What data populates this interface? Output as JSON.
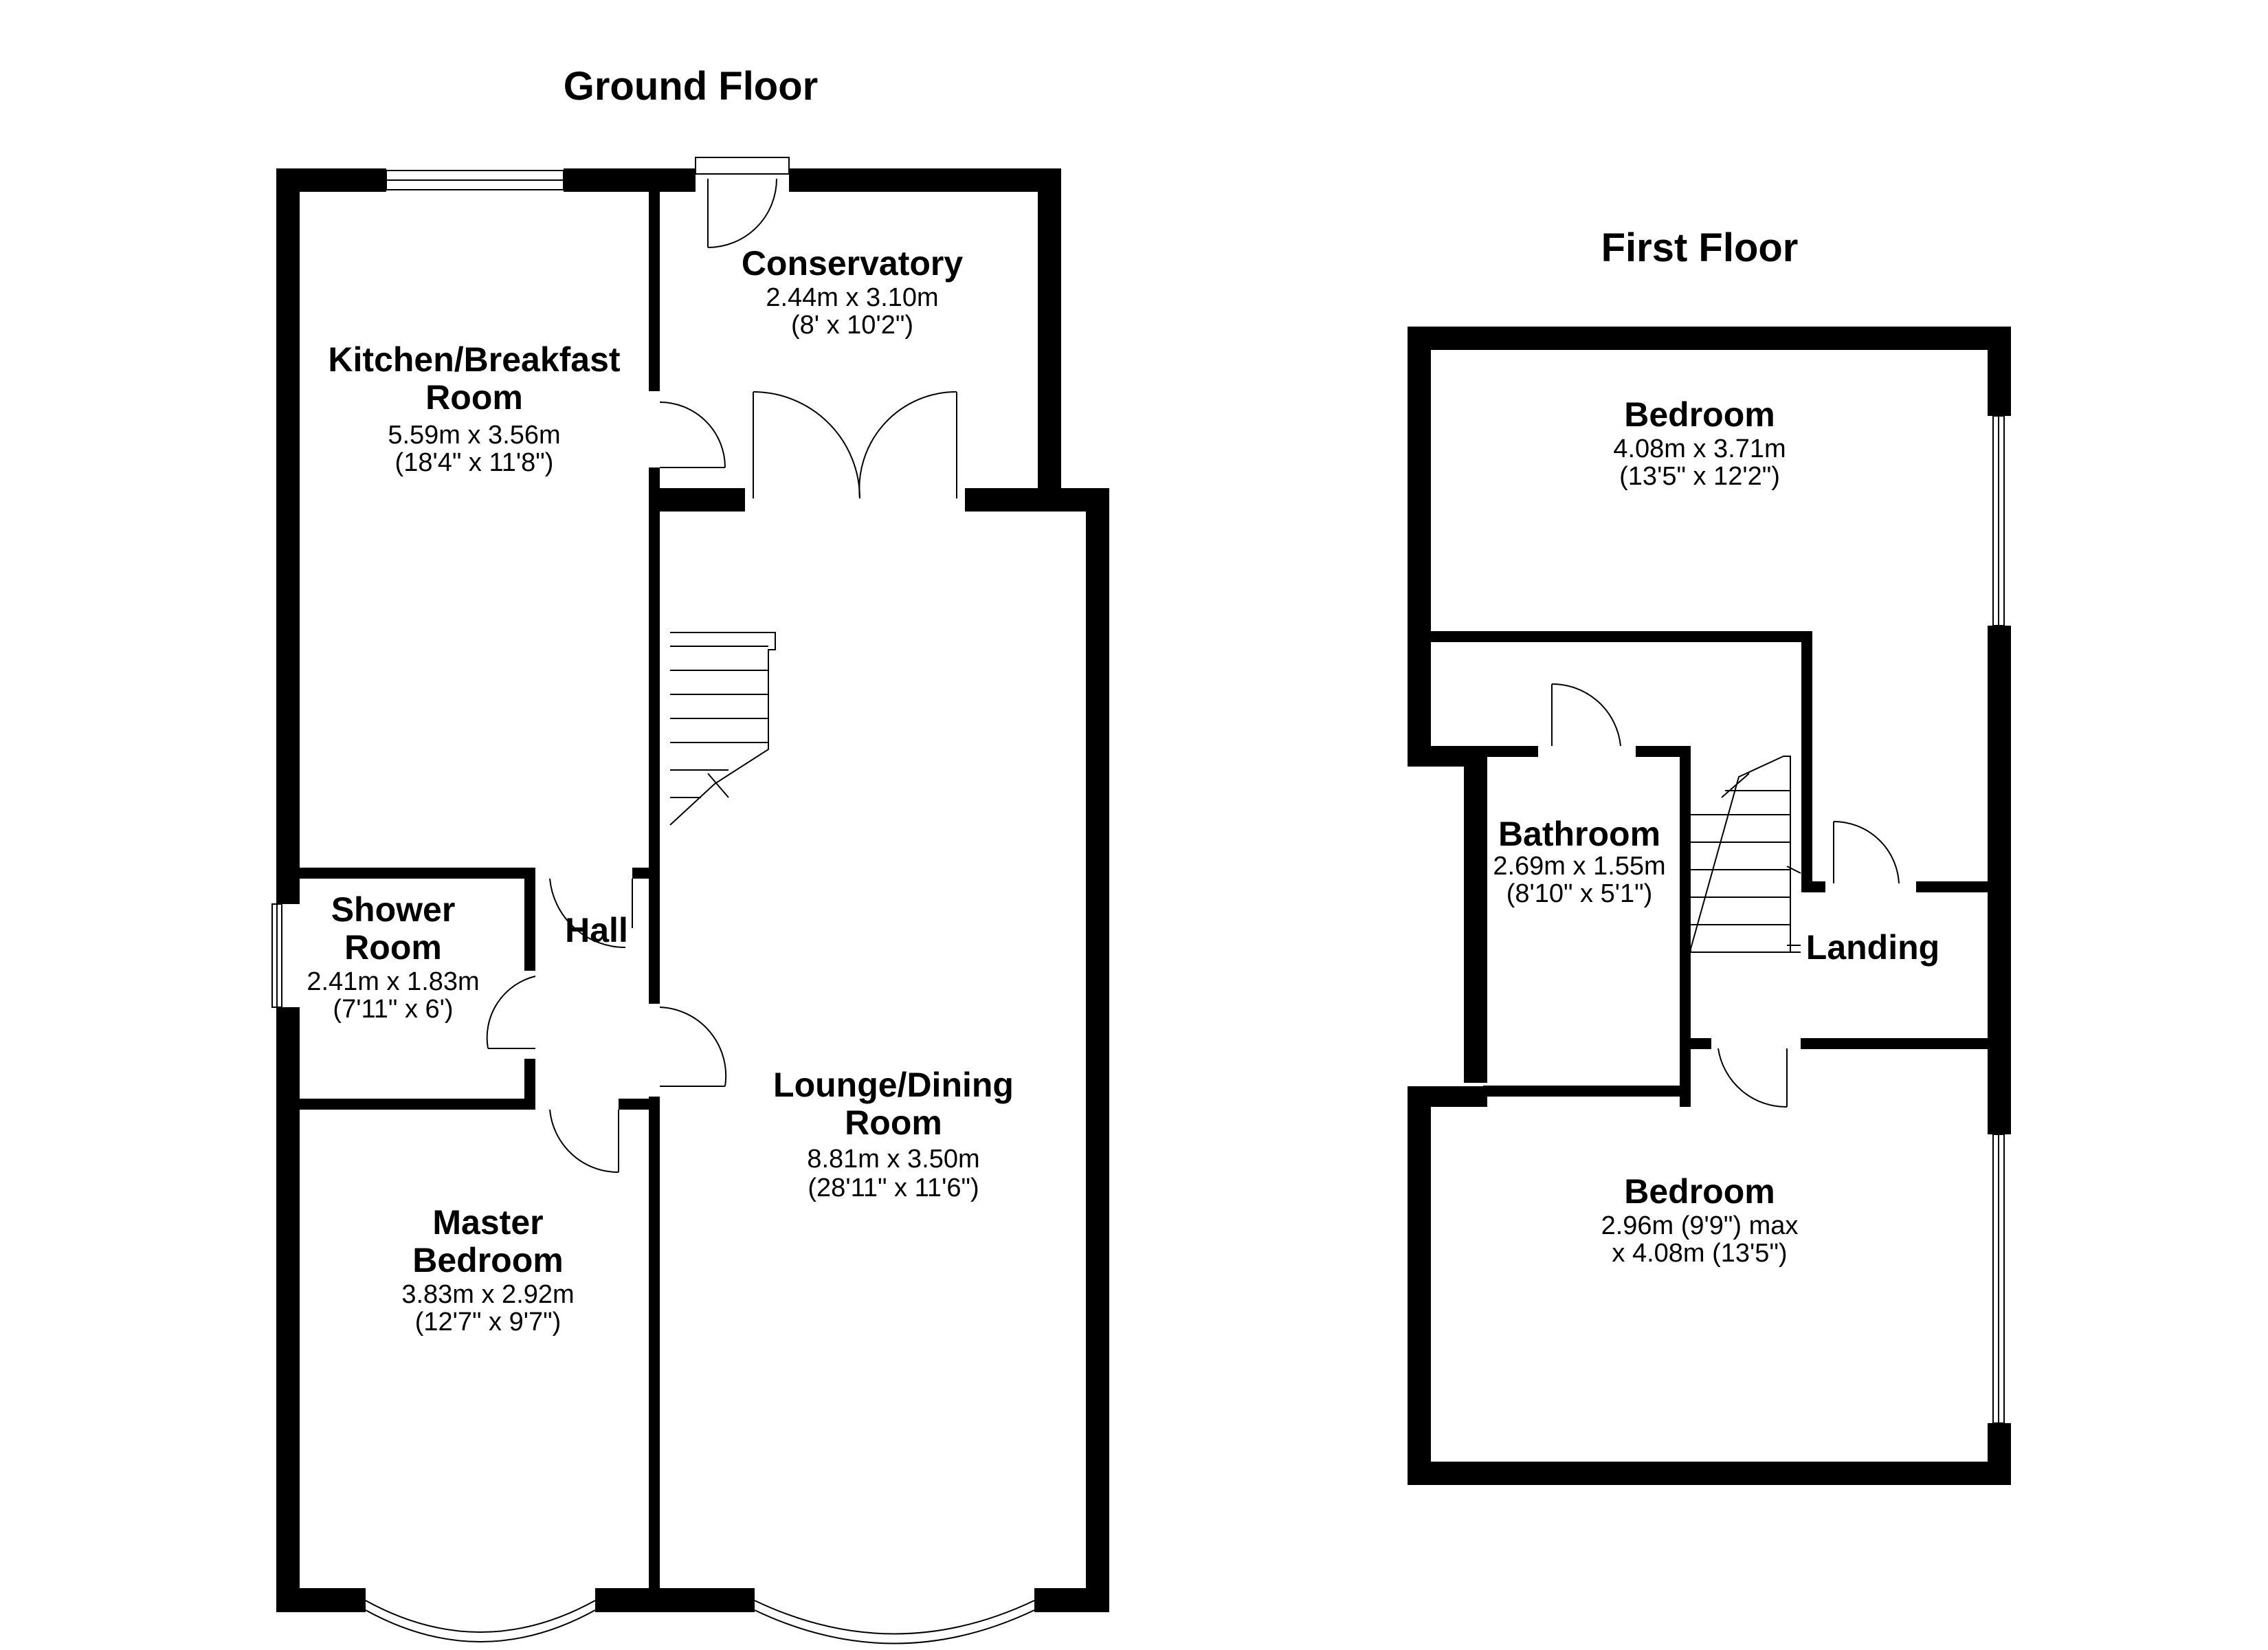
{
  "floors": [
    {
      "title": "Ground Floor",
      "rooms": [
        {
          "name_lines": [
            "Kitchen/Breakfast",
            "Room"
          ],
          "dims": [
            "5.59m x 3.56m",
            "(18'4\" x 11'8\")"
          ]
        },
        {
          "name_lines": [
            "Conservatory"
          ],
          "dims": [
            "2.44m x 3.10m",
            "(8' x 10'2\")"
          ]
        },
        {
          "name_lines": [
            "Shower",
            "Room"
          ],
          "dims": [
            "2.41m x 1.83m",
            "(7'11\" x 6')"
          ]
        },
        {
          "name_lines": [
            "Hall"
          ],
          "dims": []
        },
        {
          "name_lines": [
            "Lounge/Dining",
            "Room"
          ],
          "dims": [
            "8.81m x 3.50m",
            "(28'11\" x 11'6\")"
          ]
        },
        {
          "name_lines": [
            "Master",
            "Bedroom"
          ],
          "dims": [
            "3.83m x 2.92m",
            "(12'7\" x 9'7\")"
          ]
        }
      ]
    },
    {
      "title": "First Floor",
      "rooms": [
        {
          "name_lines": [
            "Bedroom"
          ],
          "dims": [
            "4.08m x 3.71m",
            "(13'5\" x 12'2\")"
          ]
        },
        {
          "name_lines": [
            "Bathroom"
          ],
          "dims": [
            "2.69m x 1.55m",
            "(8'10\" x 5'1\")"
          ]
        },
        {
          "name_lines": [
            "Landing"
          ],
          "dims": []
        },
        {
          "name_lines": [
            "Bedroom"
          ],
          "dims": [
            "2.96m (9'9\") max",
            "x 4.08m (13'5\")"
          ]
        }
      ]
    }
  ]
}
